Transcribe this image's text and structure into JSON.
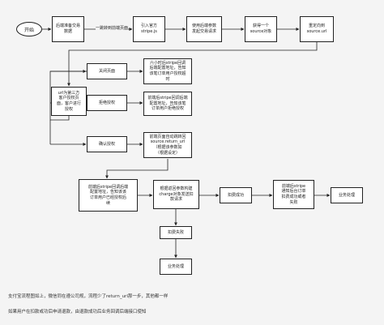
{
  "flowchart": {
    "start": "开始",
    "step_prepare": "后端准备交易\n数据",
    "edge_redirect": "一跳转到前端页面",
    "step_import": "引入官方\nstripe.js",
    "step_create": "使用后端参数\n发起交易请求",
    "step_get_source": "获得一个\nsource对象",
    "step_redirect_url": "重定向到\nsource.url",
    "step_third_party": "url为第三方\n客户授权页\n面，客户进行\n授权",
    "branch_close": "关闭页面",
    "branch_close_result": "六小时后stripe回调\n后端配置地址，告知\n该笔订单用户授权超\n时",
    "branch_reject": "拒绝授权",
    "branch_reject_result": "前端后stripe回调后端\n配置地址，告知该笔\n订单用户拒绝授权",
    "branch_confirm": "确认授权",
    "branch_confirm_result": "前端页面自动跳转回\nsource.return_url\n（根据该参数如\n（根据设定）",
    "step_callback_authorized": "前端后stripe回调后端\n配置地址，告知该该\n订单用户已经授权后\n续",
    "step_charge": "根据返回参数构建\ncharge对象发送扣\n款请求",
    "step_deduct_success": "扣费成功",
    "step_notify": "前端后stripe\n通知后台订单\n扣费成功或者\n失败",
    "step_business": "业务处理",
    "step_deduct_fail": "扣费失败",
    "step_business_2": "业务处理"
  },
  "notes": {
    "line1": "支付宝流程图如上，微信同在遵公司规，流程少了return_url那一步，其他都一样",
    "line2": "如果用户在扣款或功后申请退款，由退款成功后业务回调后端接口使知"
  }
}
